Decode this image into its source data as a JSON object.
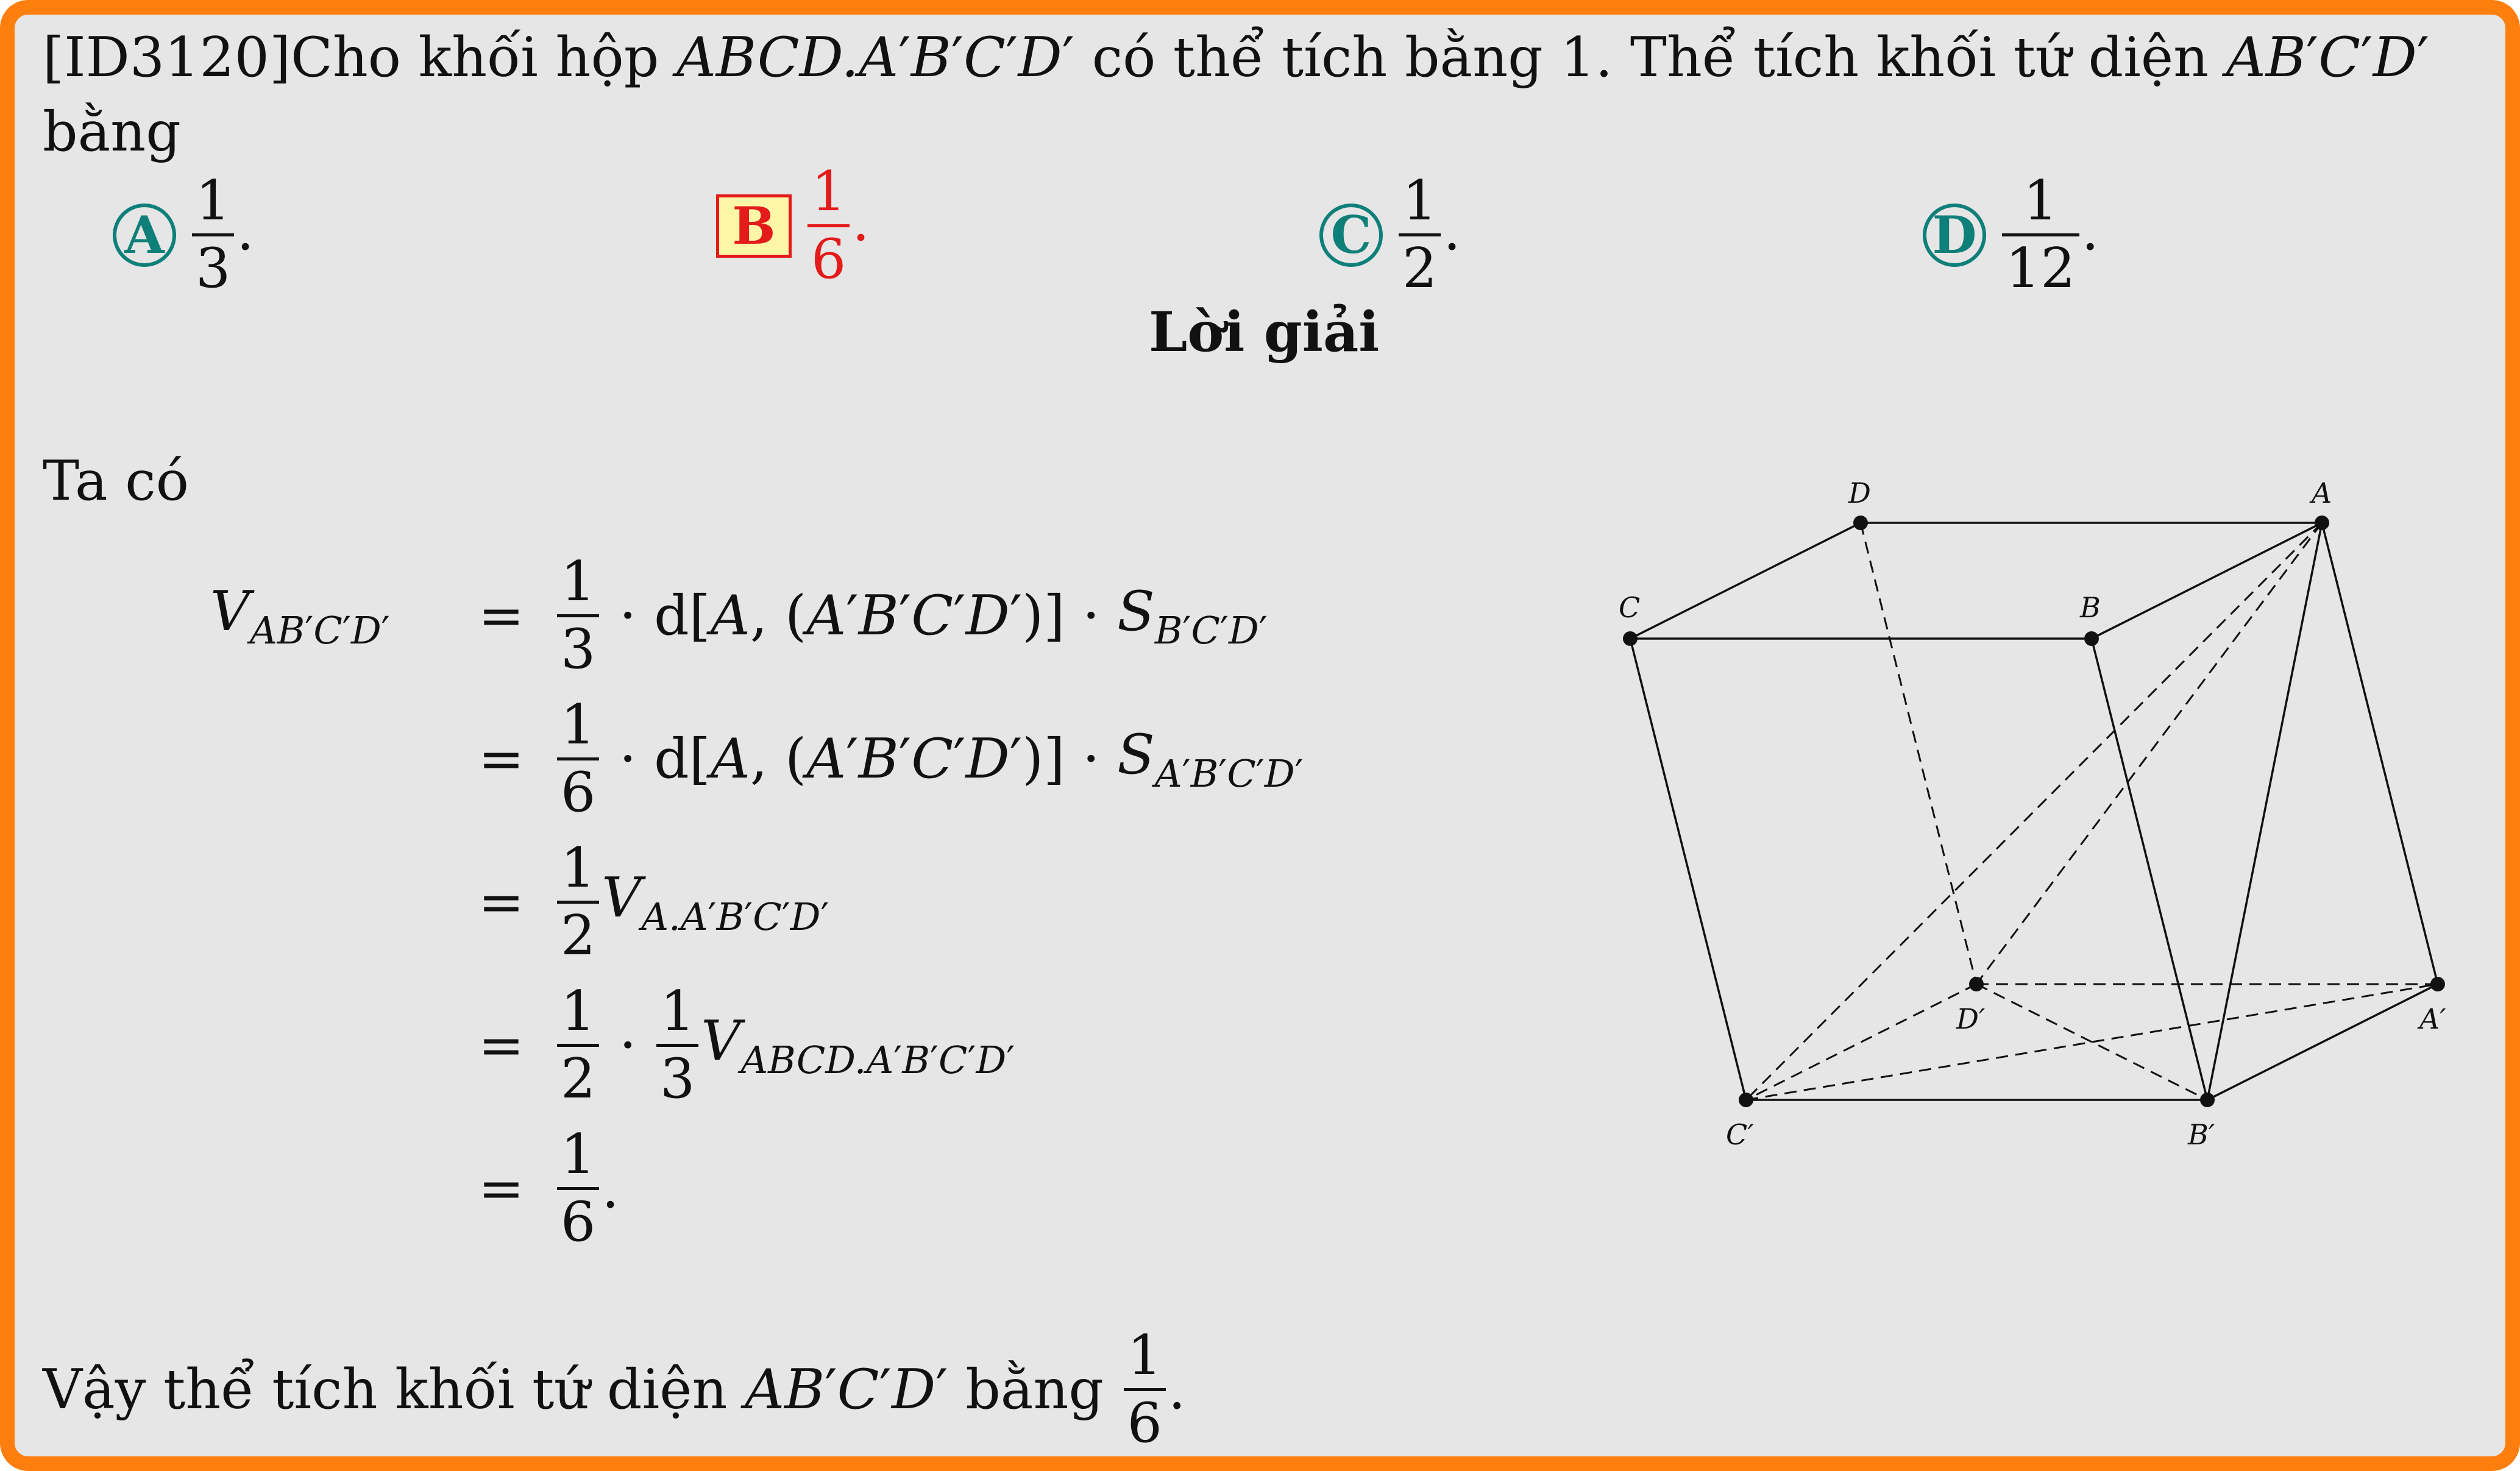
{
  "question": {
    "line1_prefix": "[ID3120]Cho khối hộp",
    "line1_mid": "có thể tích bằng 1. Thể tích khối tứ diện",
    "line2": "bằng"
  },
  "choices": [
    {
      "letter": "A",
      "num": "1",
      "den": "3"
    },
    {
      "letter": "B",
      "num": "1",
      "den": "6"
    },
    {
      "letter": "C",
      "num": "1",
      "den": "2"
    },
    {
      "letter": "D",
      "num": "1",
      "den": "12"
    }
  ],
  "correct_choice": "B",
  "solution": {
    "heading": "Lời giải",
    "intro": "Ta có",
    "conclusion": "Vậy thể tích khối tứ diện",
    "conclusion_word": "bằng"
  },
  "math": {
    "eq_sign": "=",
    "d": "d",
    "one": "1",
    "two": "2",
    "three": "3",
    "six": "6"
  },
  "figure_labels": {
    "D": "D",
    "A": "A",
    "C": "C",
    "B": "B",
    "D1": "D′",
    "A1": "A′",
    "C1": "C′",
    "B1": "B′"
  },
  "colors": {
    "frame_border": "#ff7f0e",
    "background": "#e6e6e6",
    "choice_circle": "#0f7f7a",
    "correct": "#e31b1b",
    "correct_box_fill": "#fff6a8"
  }
}
